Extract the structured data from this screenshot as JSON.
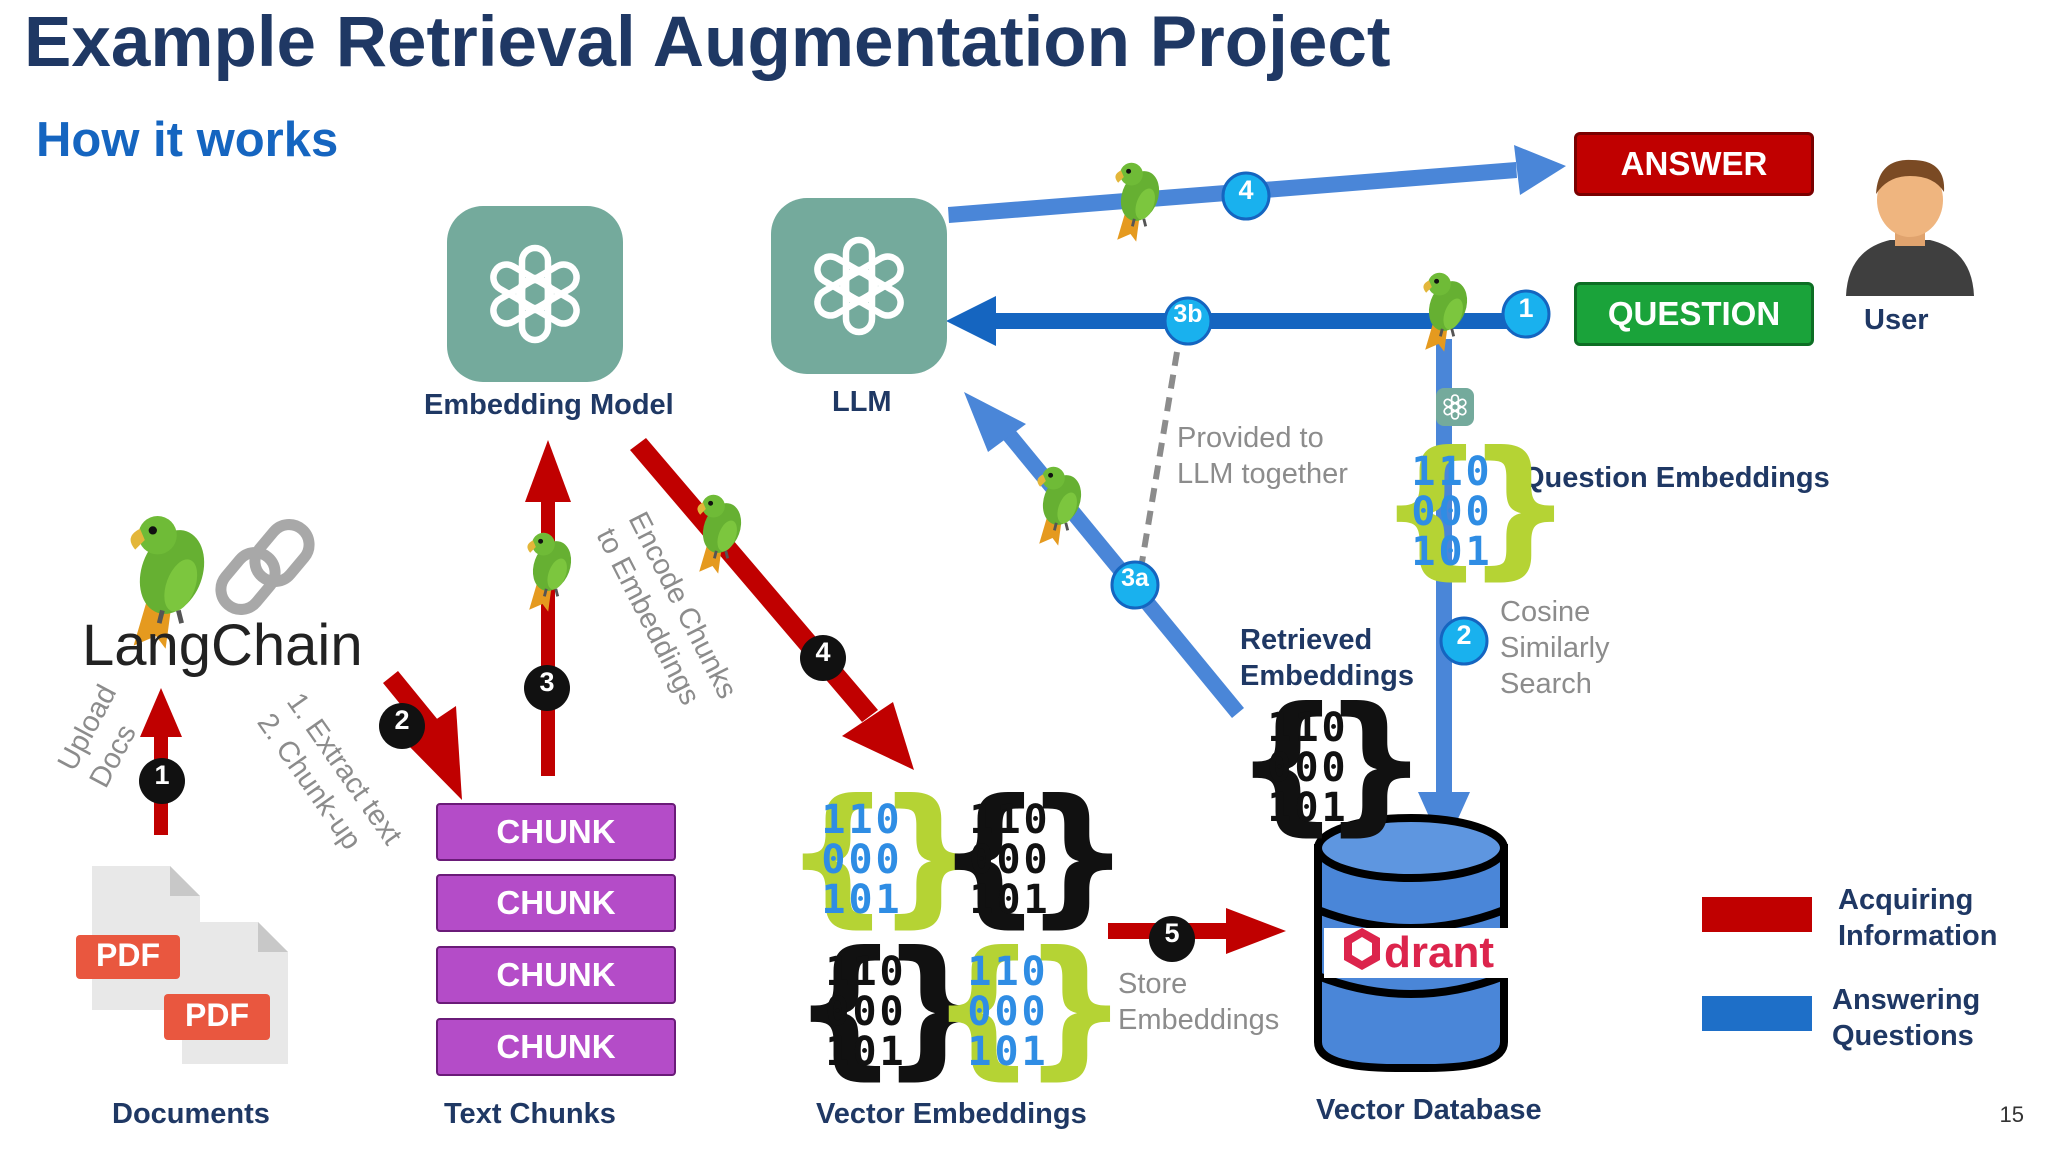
{
  "slide": {
    "title": "Example Retrieval Augmentation Project",
    "subtitle": "How it works",
    "page_number": "15"
  },
  "nodes": {
    "embedding_model": "Embedding Model",
    "llm": "LLM",
    "langchain": "LangChain",
    "user": "User",
    "question_embeddings": "Question Embeddings",
    "retrieved_embeddings": "Retrieved Embeddings",
    "pdf_label": "PDF",
    "chunk_label": "CHUNK",
    "db_brand": "drant"
  },
  "buttons": {
    "answer": "ANSWER",
    "question": "QUESTION"
  },
  "bits": {
    "row1": "110",
    "row2": "000",
    "row3": "101"
  },
  "stage_labels": {
    "documents": "Documents",
    "text_chunks": "Text Chunks",
    "vector_embeddings": "Vector Embeddings",
    "vector_database": "Vector Database"
  },
  "step_labels": {
    "upload_docs": "Upload\nDocs",
    "extract": "1. Extract text\n2. Chunk-up",
    "encode": "Encode Chunks\nto Embeddings",
    "store": "Store\nEmbeddings",
    "provided": "Provided to\nLLM together",
    "cosine": "Cosine\nSimilarly\nSearch"
  },
  "badges": {
    "red_1": "1",
    "red_2": "2",
    "red_3": "3",
    "red_4": "4",
    "red_5": "5",
    "blue_1": "1",
    "blue_2": "2",
    "blue_3a": "3a",
    "blue_3b": "3b",
    "blue_4": "4"
  },
  "legend": {
    "acquiring": "Acquiring\nInformation",
    "answering": "Answering\nQuestions",
    "acquiring_color": "#c00000",
    "answering_color": "#1e6fc8"
  },
  "colors": {
    "title": "#1f3864",
    "subtitle": "#1565c0",
    "openai_tile": "#74aa9c",
    "answer_red": "#c00000",
    "question_green": "#1aa33a",
    "chunk_purple": "#b44cc8",
    "badge_blue": "#19b1ee",
    "db_blue": "#4a86d8"
  },
  "icons": [
    "openai-logo-icon",
    "parrot-icon",
    "chain-link-icon",
    "pdf-file-icon",
    "user-avatar-icon",
    "database-icon",
    "qdrant-logo-icon"
  ]
}
